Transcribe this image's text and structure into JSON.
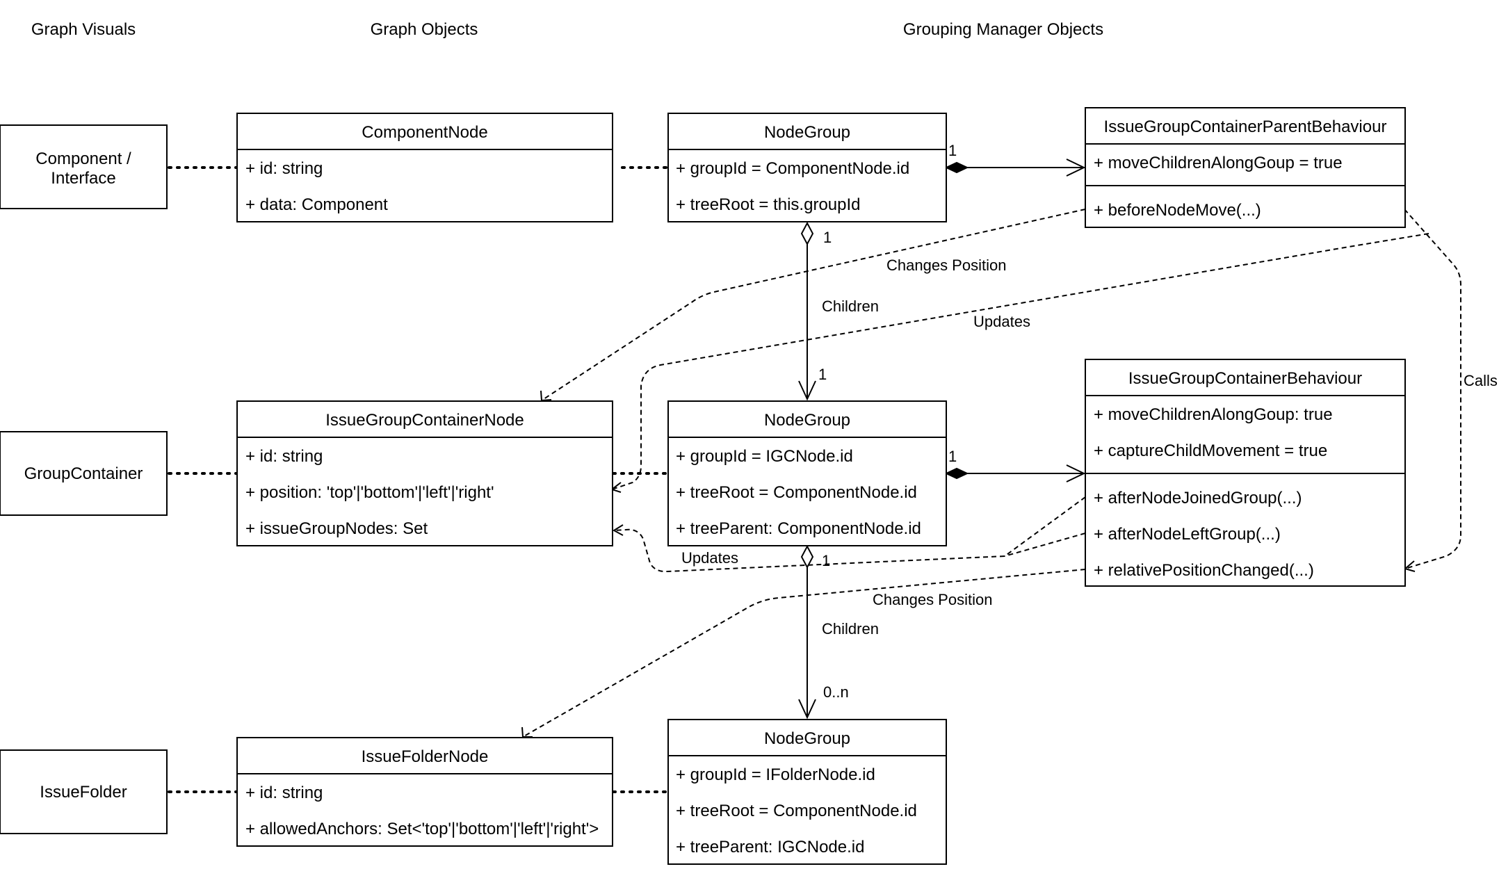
{
  "headers": {
    "visuals": "Graph Visuals",
    "objects": "Graph Objects",
    "grouping": "Grouping Manager Objects"
  },
  "visuals": {
    "component_line1": "Component /",
    "component_line2": "Interface",
    "group_container": "GroupContainer",
    "issue_folder": "IssueFolder"
  },
  "classes": {
    "component_node": {
      "name": "ComponentNode",
      "attrs": [
        "+ id: string",
        "+ data: Component"
      ]
    },
    "igc_node": {
      "name": "IssueGroupContainerNode",
      "attrs": [
        "+ id: string",
        "+ position: 'top'|'bottom'|'left'|'right'",
        "+ issueGroupNodes: Set"
      ]
    },
    "folder_node": {
      "name": "IssueFolderNode",
      "attrs": [
        "+ id: string",
        "+ allowedAnchors: Set<'top'|'bottom'|'left'|'right'>"
      ]
    },
    "node_group_1": {
      "name": "NodeGroup",
      "attrs": [
        "+ groupId = ComponentNode.id",
        "+ treeRoot = this.groupId"
      ]
    },
    "node_group_2": {
      "name": "NodeGroup",
      "attrs": [
        "+ groupId = IGCNode.id",
        "+ treeRoot = ComponentNode.id",
        "+ treeParent: ComponentNode.id"
      ]
    },
    "node_group_3": {
      "name": "NodeGroup",
      "attrs": [
        "+ groupId = IFolderNode.id",
        "+ treeRoot = ComponentNode.id",
        "+ treeParent: IGCNode.id"
      ]
    },
    "parent_behaviour": {
      "name": "IssueGroupContainerParentBehaviour",
      "attrs": [
        "+ moveChildrenAlongGoup = true"
      ],
      "methods": [
        "+ beforeNodeMove(...)"
      ]
    },
    "container_behaviour": {
      "name": "IssueGroupContainerBehaviour",
      "attrs": [
        "+ moveChildrenAlongGoup: true",
        "+ captureChildMovement = true"
      ],
      "methods": [
        "+ afterNodeJoinedGroup(...)",
        "+ afterNodeLeftGroup(...)",
        "+ relativePositionChanged(...)"
      ]
    }
  },
  "edges": {
    "mult_comp_top": "1",
    "mult_comp_mid": "1",
    "mult_children1_src": "1",
    "mult_children1_dst": "1",
    "mult_children2_src": "1",
    "mult_children2_dst": "0..n",
    "children_label_1": "Children",
    "children_label_2": "Children",
    "changes_position_1": "Changes Position",
    "changes_position_2": "Changes Position",
    "updates_1": "Updates",
    "updates_2": "Updates",
    "calls": "Calls"
  }
}
